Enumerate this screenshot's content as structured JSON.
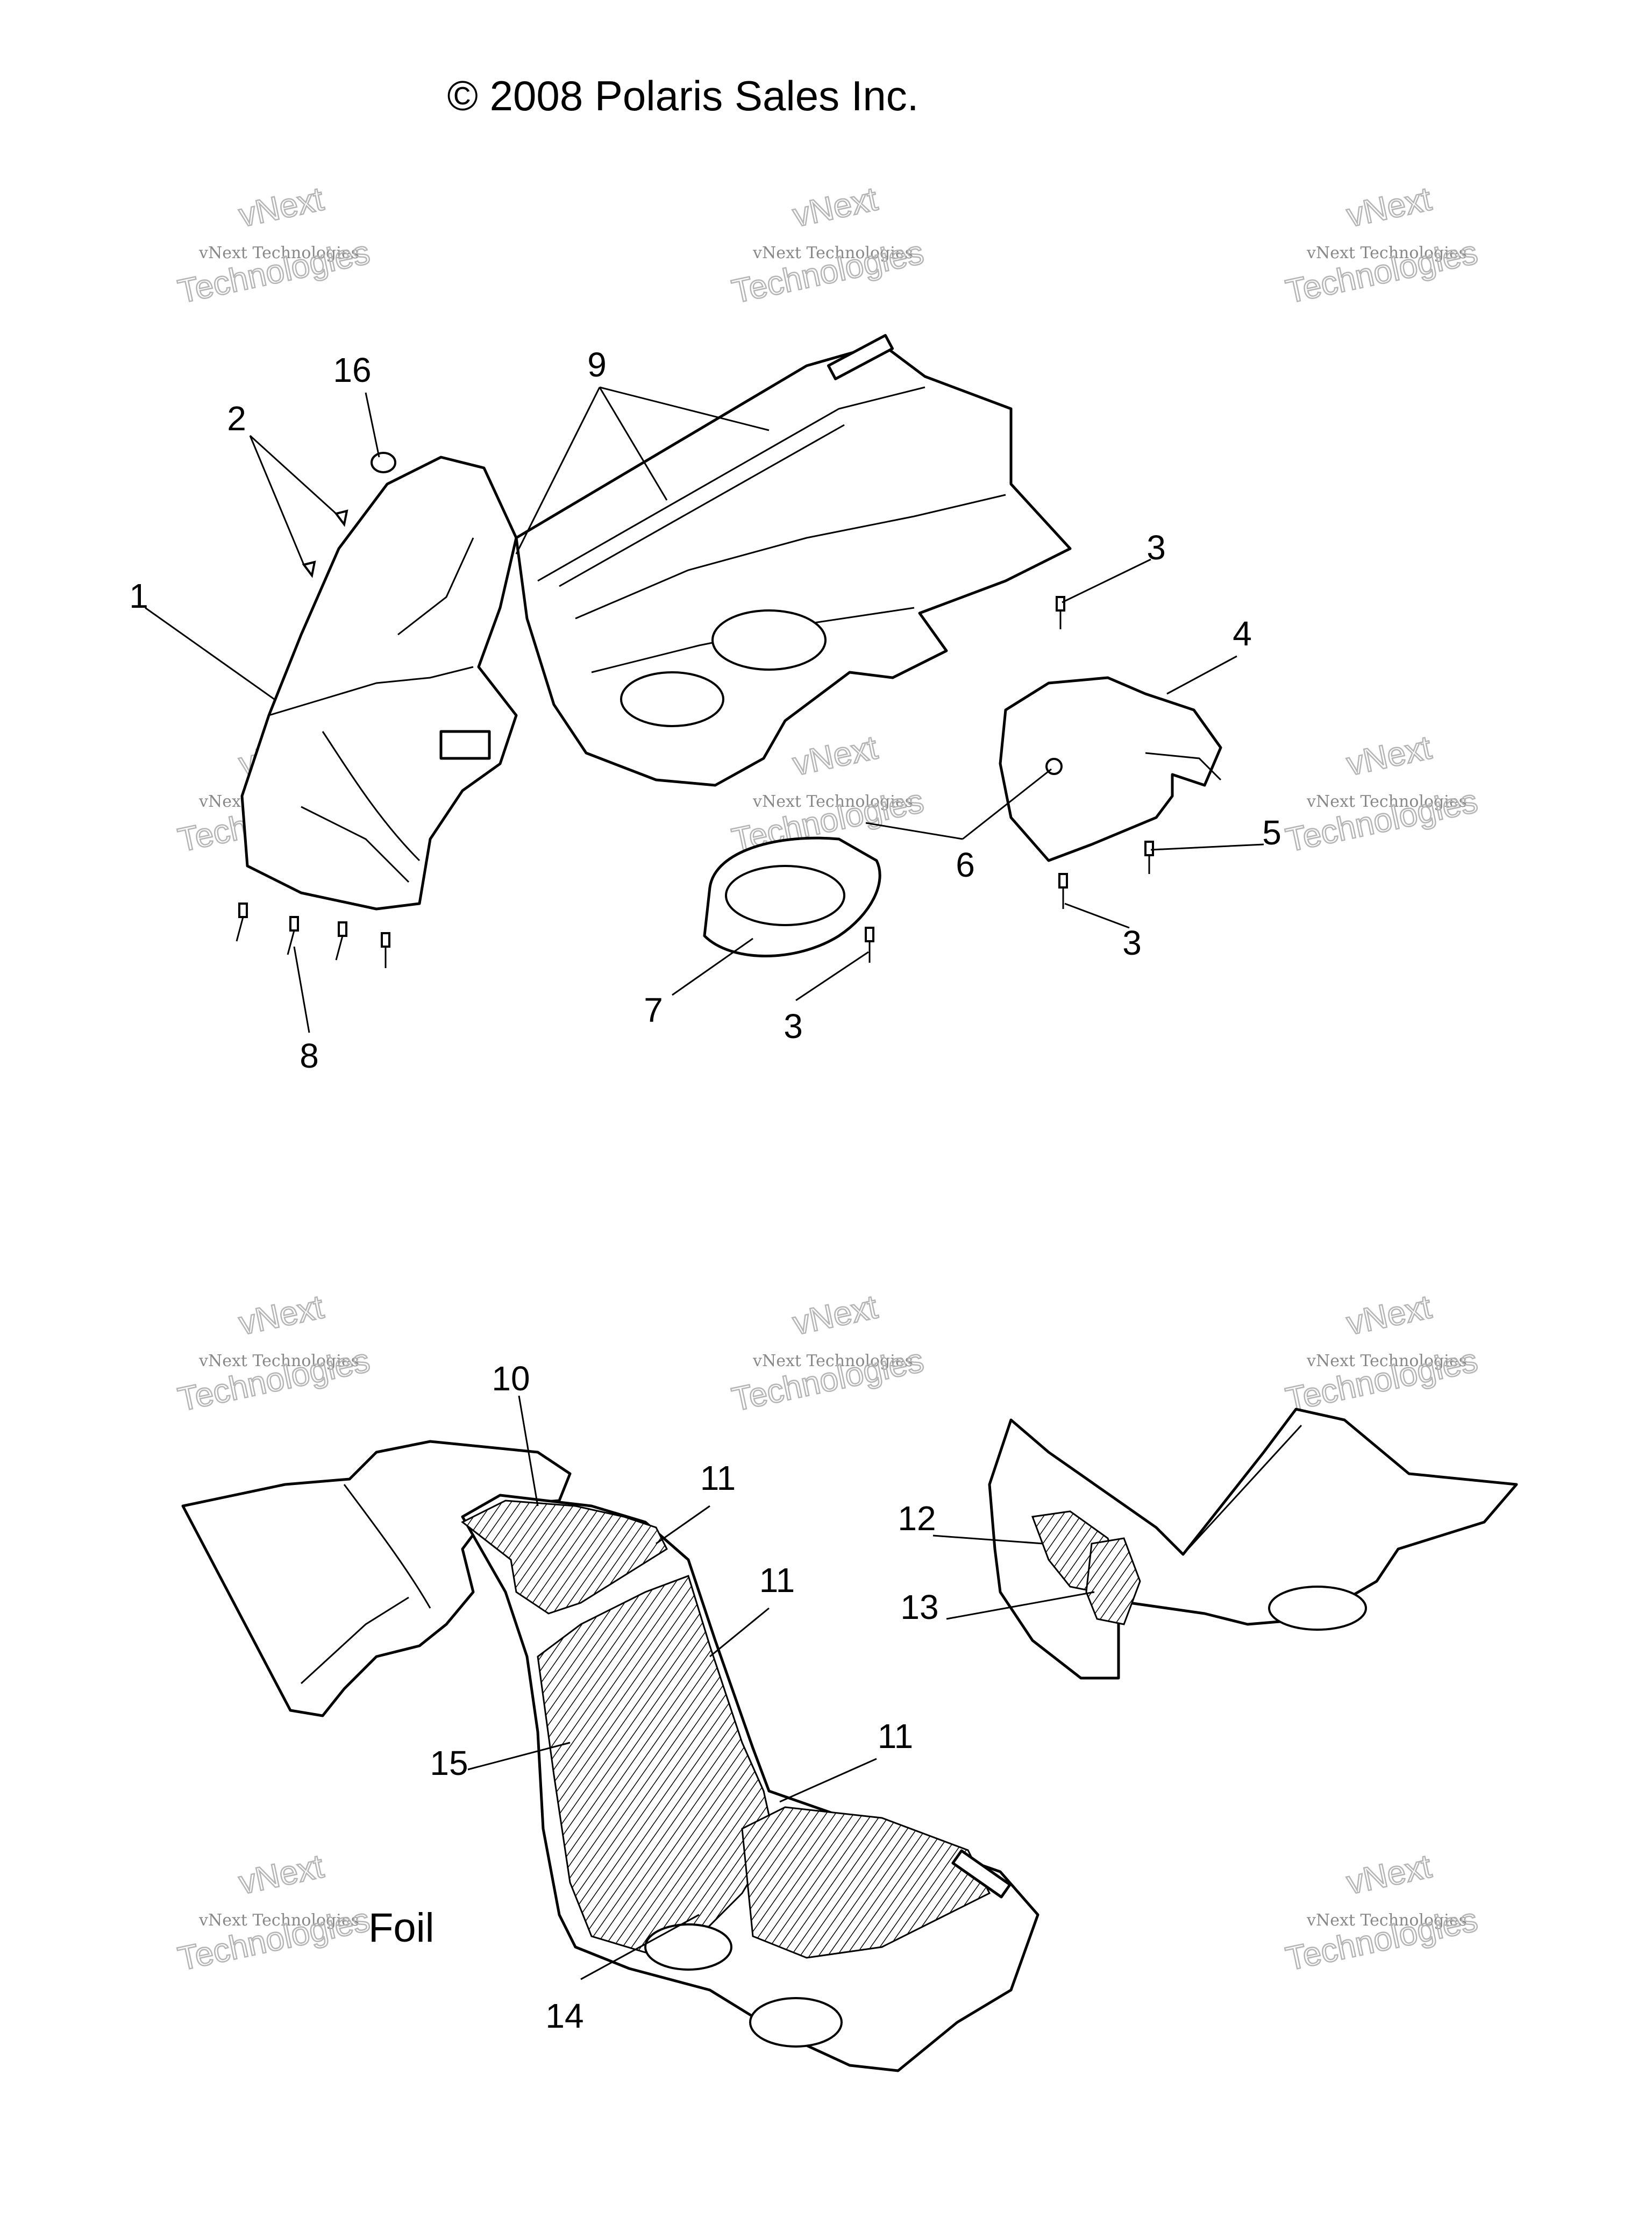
{
  "copyright": "© 2008 Polaris Sales Inc.",
  "foil_label": "Foil",
  "watermark": {
    "line1": "vNext",
    "line2": "vNext Technologies",
    "line3": "Technologies"
  },
  "callouts": {
    "c1": "1",
    "c2": "2",
    "c3a": "3",
    "c3b": "3",
    "c3c": "3",
    "c4": "4",
    "c5": "5",
    "c6": "6",
    "c7": "7",
    "c8": "8",
    "c9": "9",
    "c10": "10",
    "c11a": "11",
    "c11b": "11",
    "c11c": "11",
    "c12": "12",
    "c13": "13",
    "c14": "14",
    "c15": "15",
    "c16": "16"
  }
}
